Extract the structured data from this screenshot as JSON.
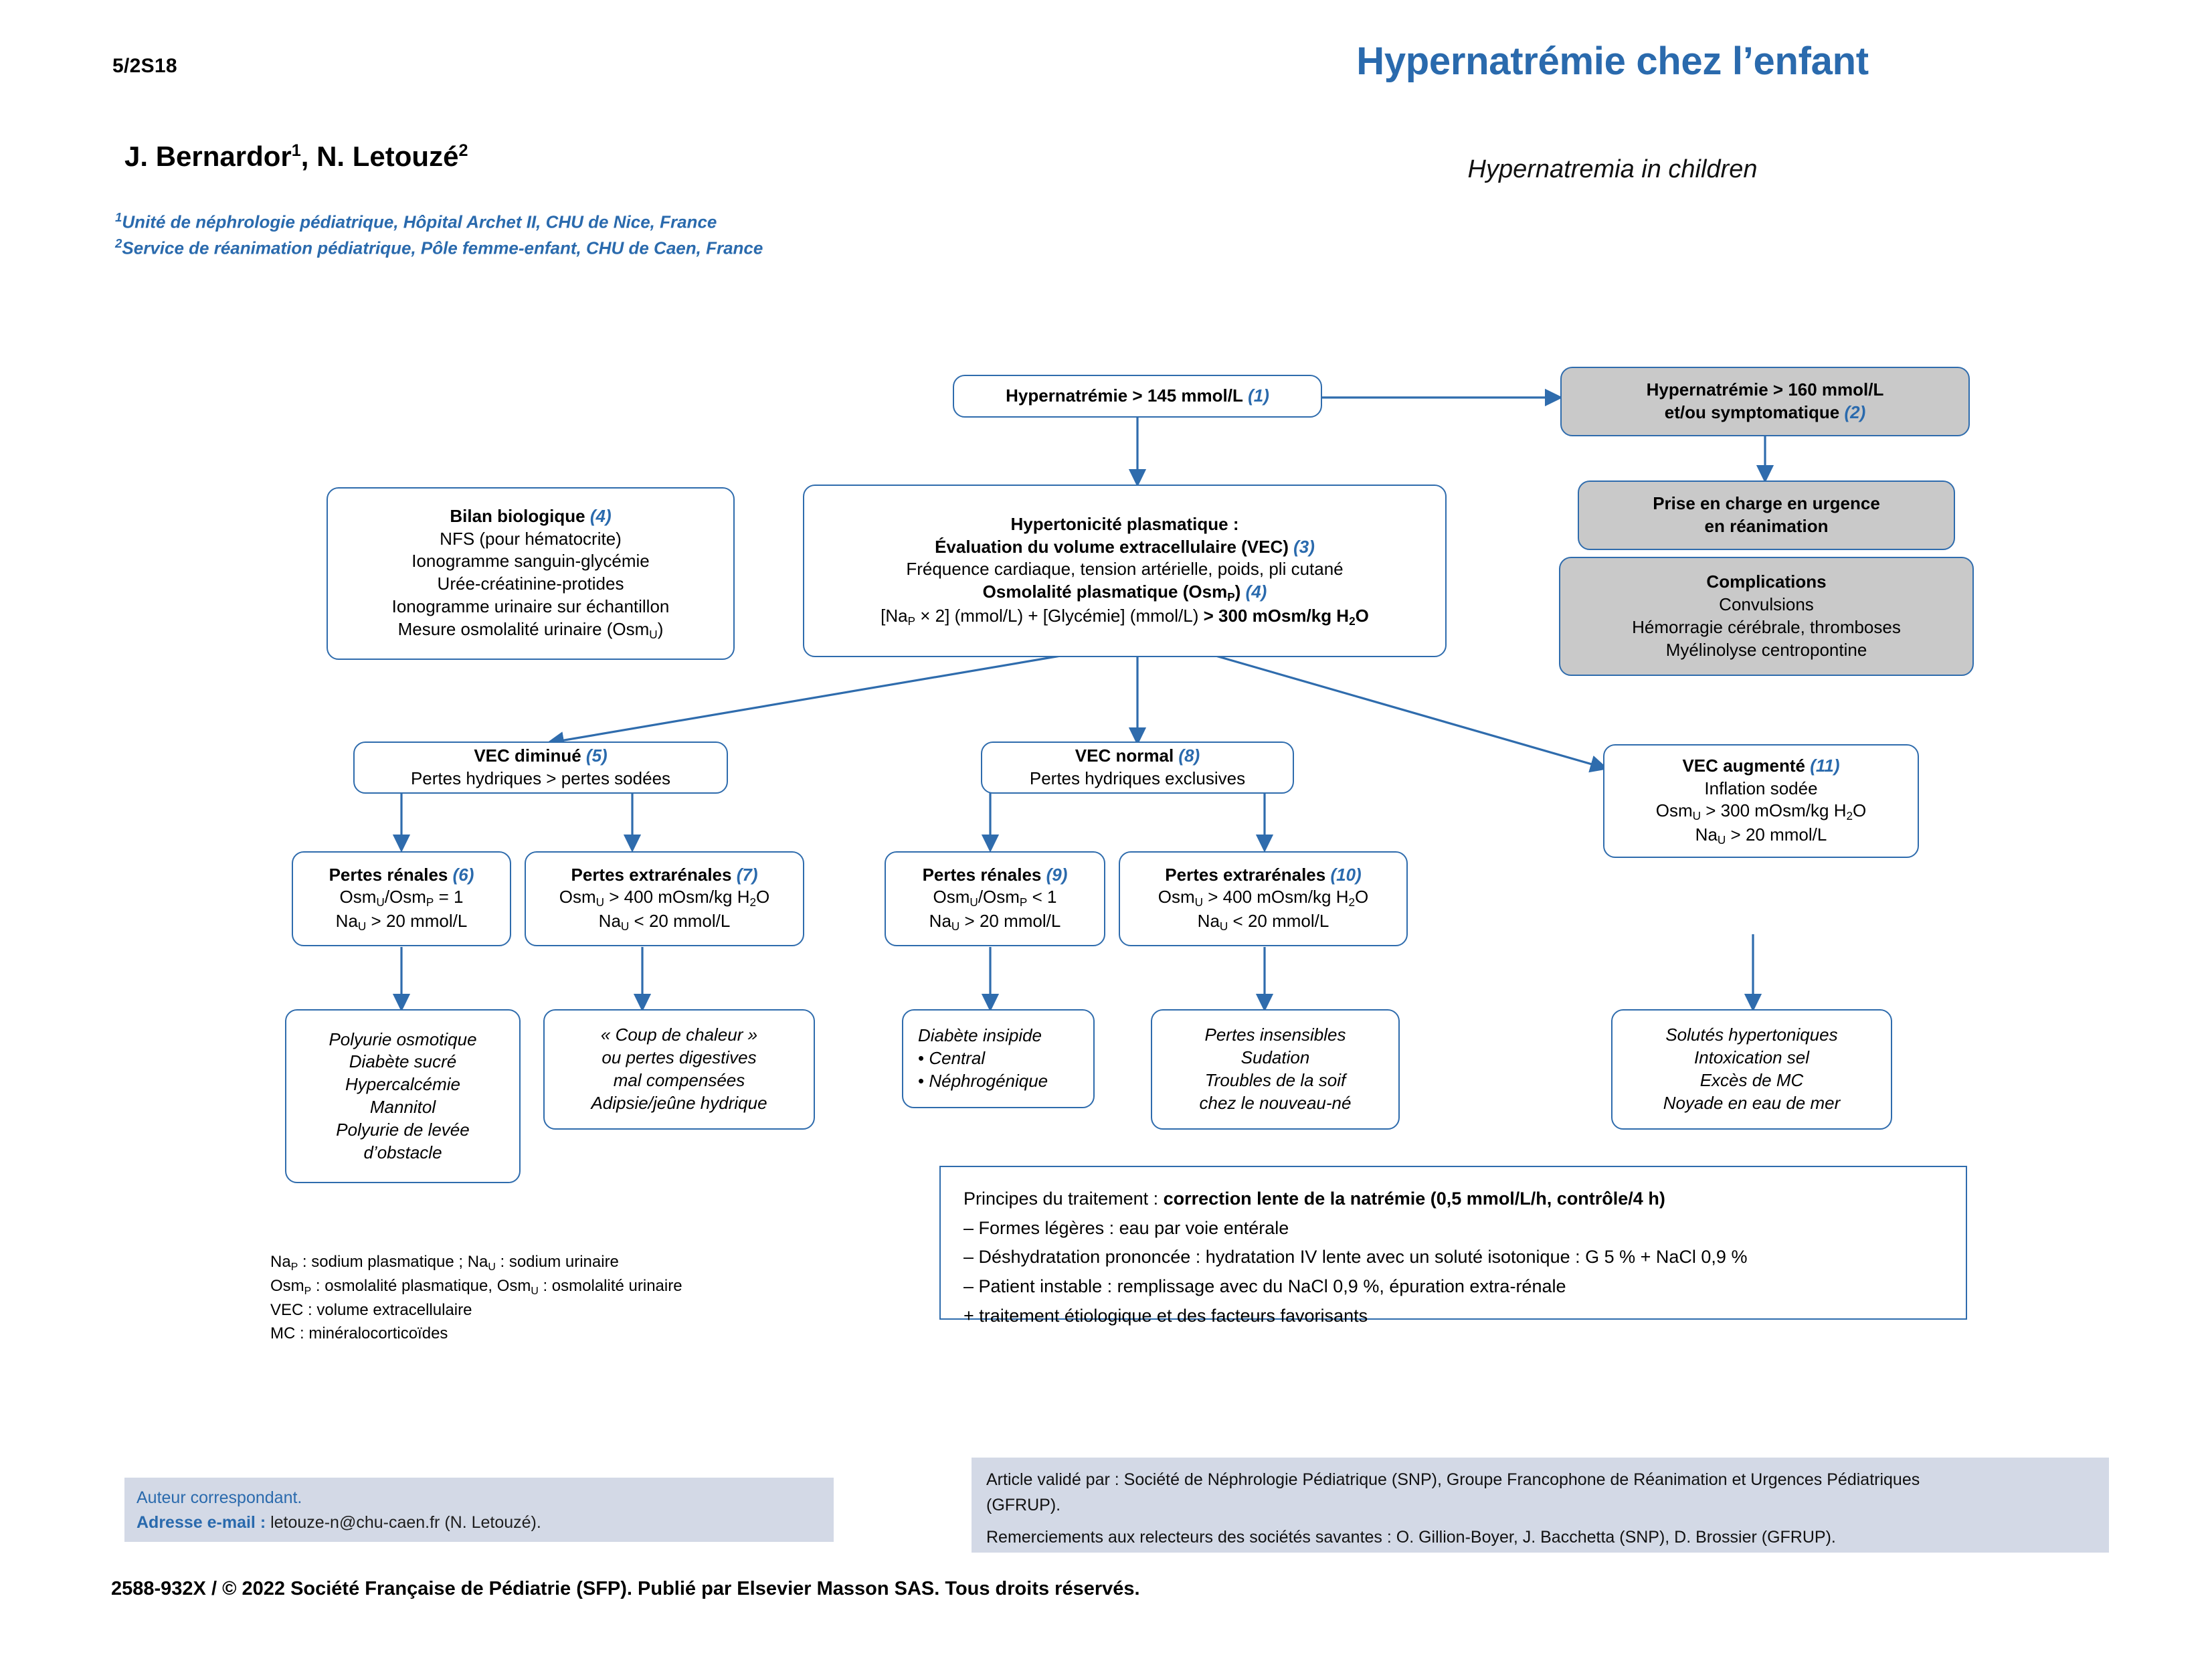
{
  "header": {
    "folio": "5/2S18",
    "title_fr": "Hypernatrémie chez l’enfant",
    "title_en": "Hypernatremia in children",
    "authors": "J. Bernardor",
    "authors_sup1": "1",
    "authors_mid": ", N. Letouzé",
    "authors_sup2": "2",
    "affiliation1_sup": "1",
    "affiliation1": "Unité de néphrologie pédiatrique, Hôpital Archet II, CHU de Nice, France",
    "affiliation2_sup": "2",
    "affiliation2": "Service de réanimation pédiatrique, Pôle femme-enfant, CHU de Caen, France"
  },
  "flow": {
    "node1": {
      "title": "Hypernatrémie > 145 mmol/L",
      "ref": "(1)"
    },
    "node2": {
      "line1": "Hypernatrémie > 160 mmol/L",
      "line2": "et/ou symptomatique",
      "ref": "(2)"
    },
    "urgence": {
      "line1": "Prise en charge en urgence",
      "line2": "en réanimation"
    },
    "complications": {
      "title": "Complications",
      "line1": "Convulsions",
      "line2": "Hémorragie cérébrale, thromboses",
      "line3": "Myélinolyse centropontine"
    },
    "bilan": {
      "title": "Bilan biologique",
      "ref": "(4)",
      "line1": "NFS (pour hématocrite)",
      "line2": "Ionogramme sanguin-glycémie",
      "line3": "Urée-créatinine-protides",
      "line4": "Ionogramme urinaire sur échantillon",
      "line5_a": "Mesure osmolalité urinaire (Osm",
      "line5_sub": "U",
      "line5_b": ")"
    },
    "hypertonicite": {
      "title1": "Hypertonicité plasmatique :",
      "title2": "Évaluation du volume extracellulaire (VEC)",
      "ref2": "(3)",
      "line1": "Fréquence cardiaque, tension artérielle, poids, pli cutané",
      "title3_a": "Osmolalité plasmatique (Osm",
      "title3_sub": "P",
      "title3_b": ")",
      "ref3": "(4)",
      "formula_a": "[Na",
      "formula_sub": "P",
      "formula_b": " × 2] (mmol/L) + [Glycémie] (mmol/L) ",
      "formula_bold_a": "> 300 mOsm/kg H",
      "formula_bold_sub": "2",
      "formula_bold_b": "O"
    },
    "vec_diminue": {
      "title": "VEC diminué",
      "ref": "(5)",
      "line1": "Pertes hydriques > pertes sodées"
    },
    "vec_normal": {
      "title": "VEC normal",
      "ref": "(8)",
      "line1": "Pertes hydriques exclusives"
    },
    "vec_augmente": {
      "title": "VEC augmenté",
      "ref": "(11)",
      "line1": "Inflation sodée",
      "line2_a": "Osm",
      "line2_sub": "U",
      "line2_b": " > 300 mOsm/kg H",
      "line2_sub2": "2",
      "line2_c": "O",
      "line3_a": "Na",
      "line3_sub": "U",
      "line3_b": " > 20 mmol/L"
    },
    "pertes_renales_6": {
      "title": "Pertes rénales",
      "ref": "(6)",
      "l1_a": "Osm",
      "l1_s1": "U",
      "l1_b": "/Osm",
      "l1_s2": "P",
      "l1_c": " = 1",
      "l2_a": "Na",
      "l2_s": "U",
      "l2_b": " > 20 mmol/L"
    },
    "pertes_extrarenales_7": {
      "title": "Pertes extrarénales",
      "ref": "(7)",
      "l1_a": "Osm",
      "l1_s1": "U",
      "l1_b": " > 400 mOsm/kg H",
      "l1_s2": "2",
      "l1_c": "O",
      "l2_a": "Na",
      "l2_s": "U",
      "l2_b": " < 20 mmol/L"
    },
    "pertes_renales_9": {
      "title": "Pertes rénales",
      "ref": "(9)",
      "l1_a": "Osm",
      "l1_s1": "U",
      "l1_b": "/Osm",
      "l1_s2": "P",
      "l1_c": " < 1",
      "l2_a": "Na",
      "l2_s": "U",
      "l2_b": " > 20 mmol/L"
    },
    "pertes_extrarenales_10": {
      "title": "Pertes extrarénales",
      "ref": "(10)",
      "l1_a": "Osm",
      "l1_s1": "U",
      "l1_b": " > 400 mOsm/kg H",
      "l1_s2": "2",
      "l1_c": "O",
      "l2_a": "Na",
      "l2_s": "U",
      "l2_b": " < 20 mmol/L"
    },
    "causes_renales_6": {
      "line1": "Polyurie osmotique",
      "line2": "Diabète sucré",
      "line3": "Hypercalcémie",
      "line4": "Mannitol",
      "line5": "Polyurie de levée",
      "line6": "d’obstacle"
    },
    "causes_extrarenales_7": {
      "line1": "« Coup de chaleur »",
      "line2": "ou pertes digestives",
      "line3": "mal compensées",
      "line4": "Adipsie/jeûne hydrique"
    },
    "causes_renales_9": {
      "line1": "Diabète insipide",
      "line2": "Central",
      "line3": "Néphrogénique"
    },
    "causes_extrarenales_10": {
      "line1": "Pertes insensibles",
      "line2": "Sudation",
      "line3": "Troubles de la soif",
      "line4": "chez le nouveau-né"
    },
    "causes_augmente_11": {
      "line1": "Solutés hypertoniques",
      "line2": "Intoxication sel",
      "line3": "Excès de MC",
      "line4": "Noyade en eau de mer"
    }
  },
  "principles": {
    "l1_a": "Principes du traitement : ",
    "l1_b": "correction lente de la natrémie (0,5 mmol/L/h, contrôle/4 h)",
    "l2": "– Formes légères : eau par voie entérale",
    "l3": "– Déshydratation prononcée : hydratation IV lente avec un soluté isotonique : G 5 % + NaCl 0,9 %",
    "l4": "– Patient instable : remplissage avec du NaCl 0,9 %, épuration extra-rénale",
    "l5": "+ traitement étiologique et des facteurs favorisants"
  },
  "legend": {
    "l1_a": "Na",
    "l1_s1": "P",
    "l1_b": " : sodium plasmatique ; Na",
    "l1_s2": "U",
    "l1_c": " : sodium urinaire",
    "l2_a": "Osm",
    "l2_s1": "P",
    "l2_b": " : osmolalité plasmatique, Osm",
    "l2_s2": "U",
    "l2_c": " : osmolalité urinaire",
    "l3": "VEC : volume extracellulaire",
    "l4": "MC : minéralocorticoïdes"
  },
  "footer": {
    "corr_line1": "Auteur correspondant.",
    "corr_label": "Adresse e-mail",
    "corr_sep": " : ",
    "corr_email": "letouze-n@chu-caen.fr (N. Letouzé).",
    "valid_line1": "Article validé par : Société de Néphrologie Pédiatrique (SNP), Groupe Francophone de Réanimation et Urgences Pédiatriques",
    "valid_line2": "(GFRUP).",
    "valid_line3": "Remerciements aux relecteurs des sociétés savantes : O. Gillion-Boyer, J. Bacchetta (SNP), D. Brossier (GFRUP).",
    "copyright": "2588-932X / © 2022 Société Française de Pédiatrie (SFP). Publié par Elsevier Masson SAS. Tous droits réservés."
  },
  "colors": {
    "accent": "#2a6aad",
    "box_border": "#2f6cad",
    "grey_fill": "#c9c9c9",
    "footer_fill": "#d3d9e6"
  }
}
